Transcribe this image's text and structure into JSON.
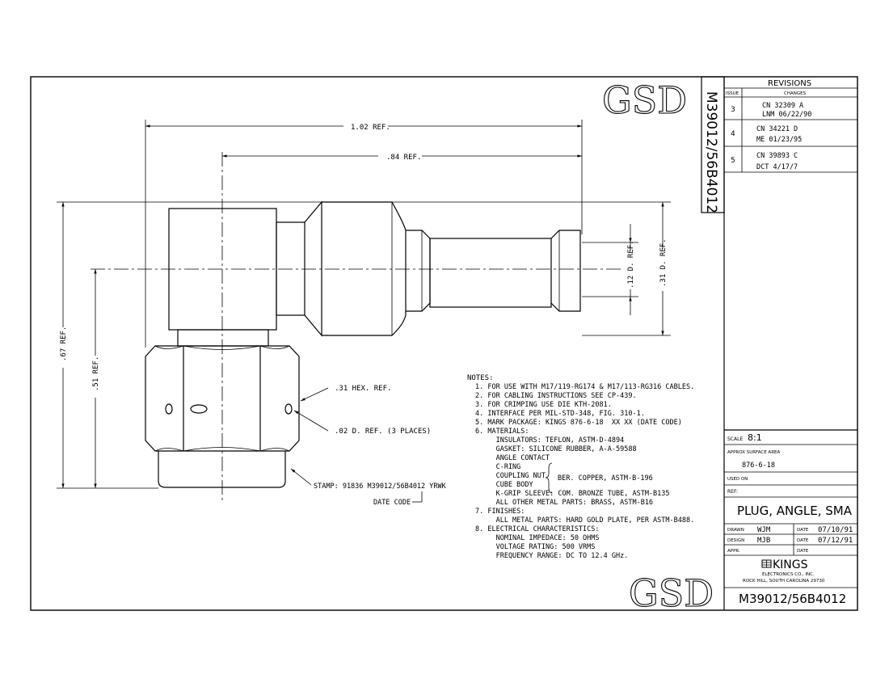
{
  "watermark": "GSD",
  "part_number": "M39012/56B4012",
  "revisions": {
    "title": "REVISIONS",
    "col_issue": "ISSUE",
    "col_changes": "CHANGES",
    "rows": [
      {
        "issue": "3",
        "line1": "CN  32309  A",
        "line2": "LNM  06/22/90"
      },
      {
        "issue": "4",
        "line1": "CN  34221  D",
        "line2": "ME  01/23/95"
      },
      {
        "issue": "5",
        "line1": "CN  39893  C",
        "line2": "DCT  4/17/7"
      }
    ]
  },
  "title_block": {
    "scale_label": "SCALE",
    "scale_value": "8:1",
    "surface_label": "APPROX SURFACE AREA",
    "surface_value": "876-6-18",
    "used_on_label": "USED ON",
    "ref_label": "REF:",
    "title": "PLUG, ANGLE, SMA",
    "drawn_label": "DRAWN",
    "drawn_value": "WJM",
    "design_label": "DESIGN",
    "design_value": "MJB",
    "appr_label": "APPR.",
    "date_label": "DATE",
    "date1": "07/10/91",
    "date2": "07/12/91",
    "company": "KINGS",
    "company_sub1": "ELECTRONICS CO., INC.",
    "company_sub2": "ROCK HILL, SOUTH CAROLINA 29730",
    "drawing_number": "M39012/56B4012"
  },
  "dimensions": {
    "overall_length": "1.02 REF.",
    "length_2": ".84 REF.",
    "height_total": ".67 REF.",
    "height_center": ".51 REF.",
    "dia_small": ".12 D. REF.",
    "dia_large": ".31 D. REF.",
    "hex": ".31 HEX. REF.",
    "holes": ".02 D. REF. (3 PLACES)",
    "stamp": "STAMP: 91836 M39012/56B4012 YRWK",
    "date_code": "DATE CODE"
  },
  "notes": {
    "heading": "NOTES:",
    "lines": [
      "1. FOR USE WITH M17/119-RG174 & M17/113-RG316 CABLES.",
      "2. FOR CABLING INSTRUCTIONS SEE CP-439.",
      "3. FOR CRIMPING USE DIE KTH-2081.",
      "4. INTERFACE PER MIL-STD-348, FIG. 310-1.",
      "5. MARK PACKAGE: KINGS 876-6-18  XX XX (DATE CODE)",
      "6. MATERIALS:",
      "     INSULATORS: TEFLON, ASTM-D-4894",
      "     GASKET: SILICONE RUBBER, A-A-59588",
      "     ANGLE CONTACT",
      "     C-RING",
      "     COUPLING NUT",
      "     CUBE BODY",
      "     K-GRIP SLEEVE: COM. BRONZE TUBE, ASTM-B135",
      "     ALL OTHER METAL PARTS: BRASS, ASTM-B16",
      "7. FINISHES:",
      "     ALL METAL PARTS: HARD GOLD PLATE, PER ASTM-B488.",
      "8. ELECTRICAL CHARACTERISTICS:",
      "     NOMINAL IMPEDACE: 50 OHMS",
      "     VOLTAGE RATING: 500 VRMS",
      "     FREQUENCY RANGE: DC TO 12.4 GHz."
    ],
    "brace_text": "BER. COPPER, ASTM-B-196"
  }
}
